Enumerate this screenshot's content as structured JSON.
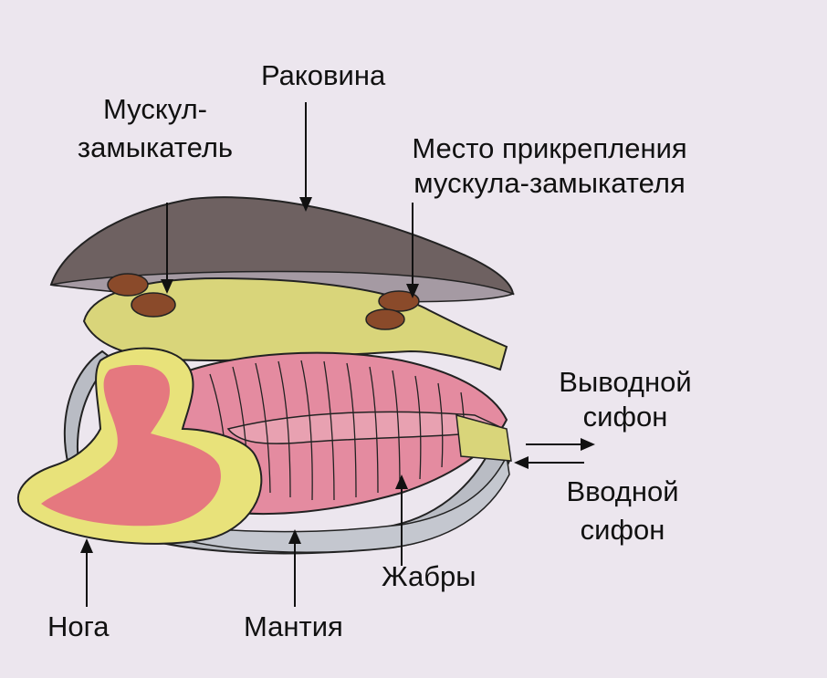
{
  "labels": {
    "shell": "Раковина",
    "adductor_line1": "Мускул-",
    "adductor_line2": "замыкатель",
    "attachment_line1": "Место прикрепления",
    "attachment_line2": "мускула-замыкателя",
    "exhalant_line1": "Выводной",
    "exhalant_line2": "сифон",
    "inhalant_line1": "Вводной",
    "inhalant_line2": "сифон",
    "gills": "Жабры",
    "foot": "Нога",
    "mantle": "Мантия"
  },
  "colors": {
    "shell": "#6e6161",
    "shell_rim": "#9a9098",
    "body": "#d9d57a",
    "foot_outer": "#e8e27a",
    "foot_inner": "#e46d80",
    "gills": "#e48ba0",
    "muscle": "#8a4a2a",
    "mantle_edge": "#b9bcc4"
  }
}
